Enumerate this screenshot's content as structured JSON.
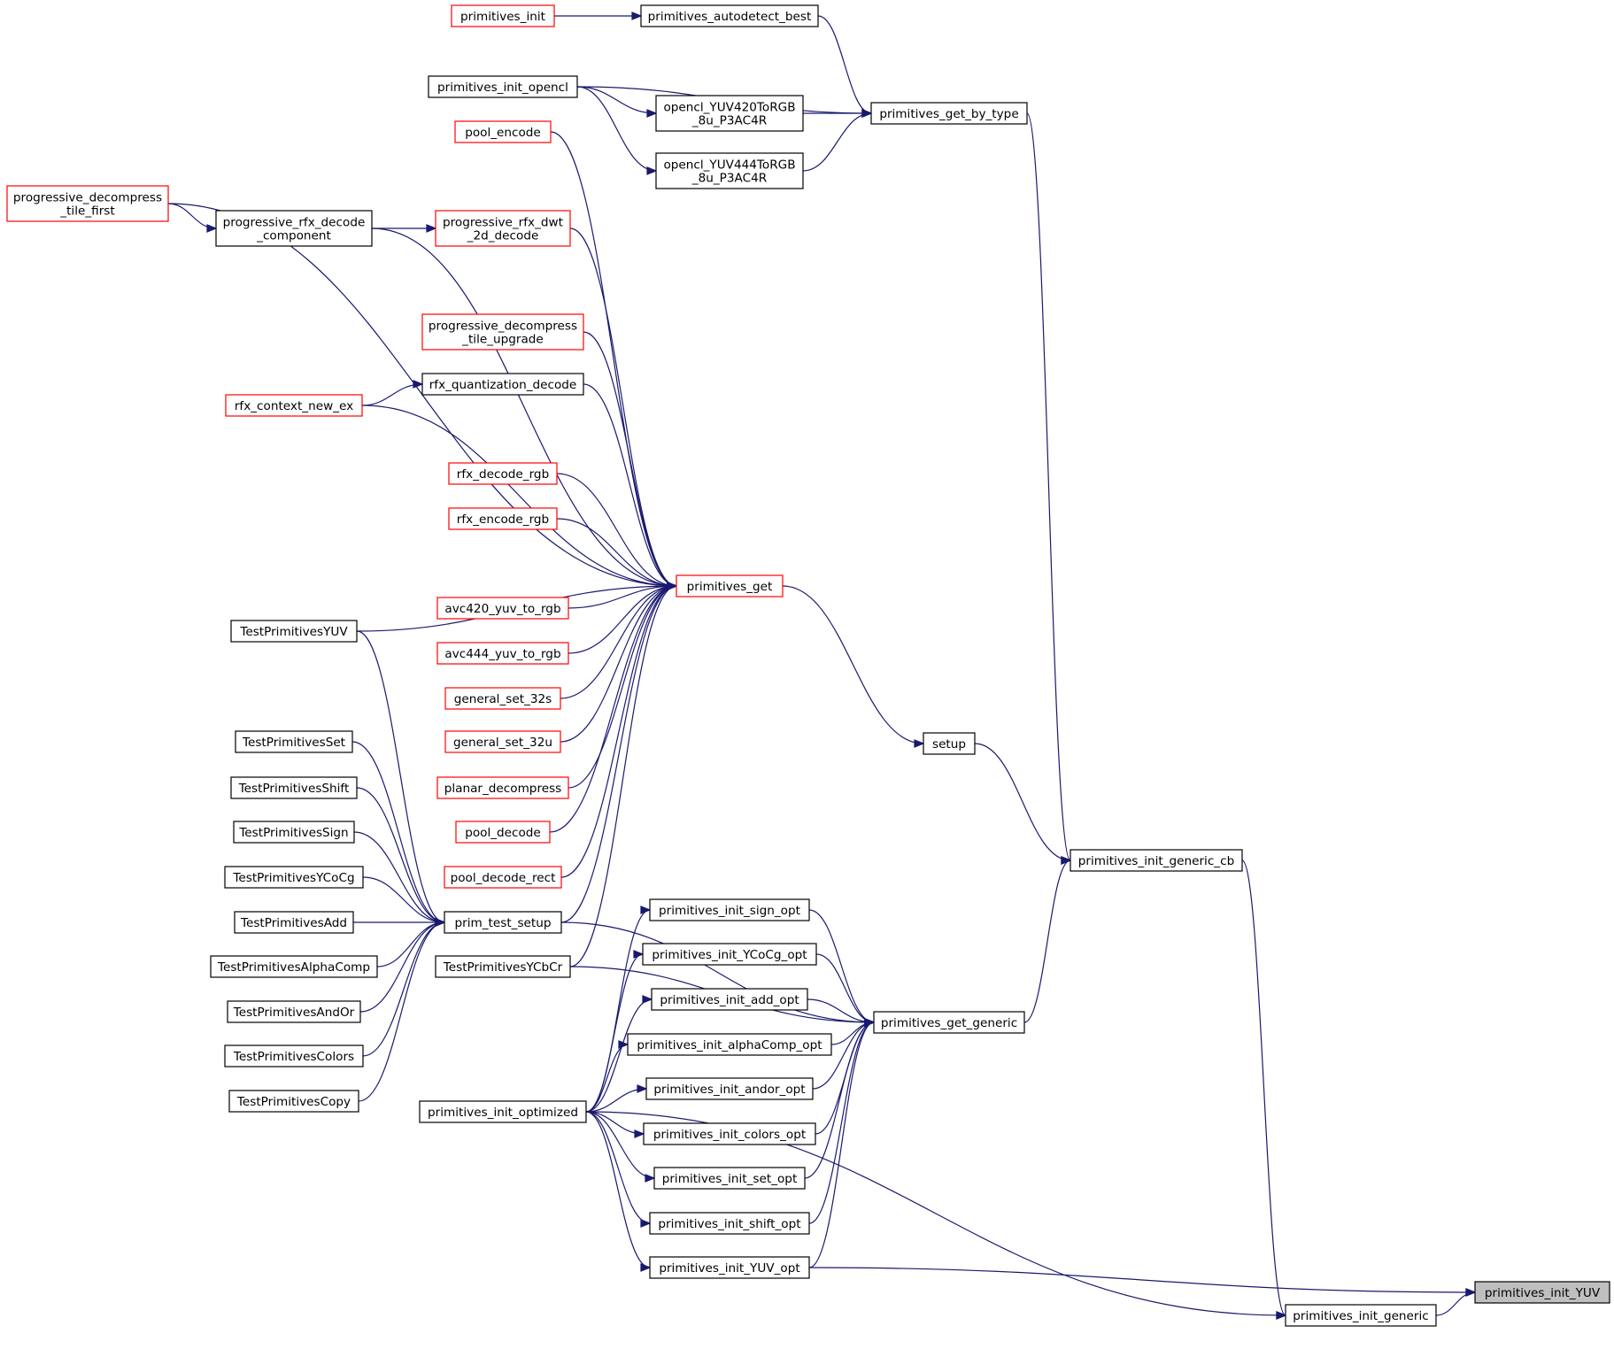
{
  "graph": {
    "title": "",
    "colors": {
      "edge": "#191970",
      "node_border": "#000000",
      "node_border_truncated": "#ff0000",
      "focus_fill": "#bfbfbf",
      "node_fill": "#ffffff"
    },
    "nodes": [
      {
        "id": "primitives_init_YUV",
        "lines": [
          "primitives_init_YUV"
        ],
        "style": "focus"
      },
      {
        "id": "primitives_init_generic",
        "lines": [
          "primitives_init_generic"
        ],
        "style": "normal"
      },
      {
        "id": "primitives_init_generic_cb",
        "lines": [
          "primitives_init_generic_cb"
        ],
        "style": "normal"
      },
      {
        "id": "primitives_get_by_type",
        "lines": [
          "primitives_get_by_type"
        ],
        "style": "normal"
      },
      {
        "id": "primitives_autodetect_best",
        "lines": [
          "primitives_autodetect_best"
        ],
        "style": "normal"
      },
      {
        "id": "primitives_init",
        "lines": [
          "primitives_init"
        ],
        "style": "truncated"
      },
      {
        "id": "primitives_init_opencl",
        "lines": [
          "primitives_init_opencl"
        ],
        "style": "normal"
      },
      {
        "id": "opencl_YUV420ToRGB_8u_P3AC4R",
        "lines": [
          "opencl_YUV420ToRGB",
          "_8u_P3AC4R"
        ],
        "style": "normal"
      },
      {
        "id": "opencl_YUV444ToRGB_8u_P3AC4R",
        "lines": [
          "opencl_YUV444ToRGB",
          "_8u_P3AC4R"
        ],
        "style": "normal"
      },
      {
        "id": "setup",
        "lines": [
          "setup"
        ],
        "style": "normal"
      },
      {
        "id": "primitives_get",
        "lines": [
          "primitives_get"
        ],
        "style": "truncated"
      },
      {
        "id": "pool_encode",
        "lines": [
          "pool_encode"
        ],
        "style": "truncated"
      },
      {
        "id": "progressive_decompress_tile_first",
        "lines": [
          "progressive_decompress",
          "_tile_first"
        ],
        "style": "truncated"
      },
      {
        "id": "progressive_rfx_decode_component",
        "lines": [
          "progressive_rfx_decode",
          "_component"
        ],
        "style": "normal"
      },
      {
        "id": "progressive_rfx_dwt_2d_decode",
        "lines": [
          "progressive_rfx_dwt",
          "_2d_decode"
        ],
        "style": "truncated"
      },
      {
        "id": "progressive_decompress_tile_upgrade",
        "lines": [
          "progressive_decompress",
          "_tile_upgrade"
        ],
        "style": "truncated"
      },
      {
        "id": "rfx_quantization_decode",
        "lines": [
          "rfx_quantization_decode"
        ],
        "style": "normal"
      },
      {
        "id": "rfx_context_new_ex",
        "lines": [
          "rfx_context_new_ex"
        ],
        "style": "truncated"
      },
      {
        "id": "rfx_decode_rgb",
        "lines": [
          "rfx_decode_rgb"
        ],
        "style": "truncated"
      },
      {
        "id": "rfx_encode_rgb",
        "lines": [
          "rfx_encode_rgb"
        ],
        "style": "truncated"
      },
      {
        "id": "TestPrimitivesYUV",
        "lines": [
          "TestPrimitivesYUV"
        ],
        "style": "normal"
      },
      {
        "id": "avc420_yuv_to_rgb",
        "lines": [
          "avc420_yuv_to_rgb"
        ],
        "style": "truncated"
      },
      {
        "id": "avc444_yuv_to_rgb",
        "lines": [
          "avc444_yuv_to_rgb"
        ],
        "style": "truncated"
      },
      {
        "id": "general_set_32s",
        "lines": [
          "general_set_32s"
        ],
        "style": "truncated"
      },
      {
        "id": "general_set_32u",
        "lines": [
          "general_set_32u"
        ],
        "style": "truncated"
      },
      {
        "id": "planar_decompress",
        "lines": [
          "planar_decompress"
        ],
        "style": "truncated"
      },
      {
        "id": "pool_decode",
        "lines": [
          "pool_decode"
        ],
        "style": "truncated"
      },
      {
        "id": "pool_decode_rect",
        "lines": [
          "pool_decode_rect"
        ],
        "style": "truncated"
      },
      {
        "id": "prim_test_setup",
        "lines": [
          "prim_test_setup"
        ],
        "style": "normal"
      },
      {
        "id": "TestPrimitivesYCbCr",
        "lines": [
          "TestPrimitivesYCbCr"
        ],
        "style": "normal"
      },
      {
        "id": "TestPrimitivesSet",
        "lines": [
          "TestPrimitivesSet"
        ],
        "style": "normal"
      },
      {
        "id": "TestPrimitivesShift",
        "lines": [
          "TestPrimitivesShift"
        ],
        "style": "normal"
      },
      {
        "id": "TestPrimitivesSign",
        "lines": [
          "TestPrimitivesSign"
        ],
        "style": "normal"
      },
      {
        "id": "TestPrimitivesYCoCg",
        "lines": [
          "TestPrimitivesYCoCg"
        ],
        "style": "normal"
      },
      {
        "id": "TestPrimitivesAdd",
        "lines": [
          "TestPrimitivesAdd"
        ],
        "style": "normal"
      },
      {
        "id": "TestPrimitivesAlphaComp",
        "lines": [
          "TestPrimitivesAlphaComp"
        ],
        "style": "normal"
      },
      {
        "id": "TestPrimitivesAndOr",
        "lines": [
          "TestPrimitivesAndOr"
        ],
        "style": "normal"
      },
      {
        "id": "TestPrimitivesColors",
        "lines": [
          "TestPrimitivesColors"
        ],
        "style": "normal"
      },
      {
        "id": "TestPrimitivesCopy",
        "lines": [
          "TestPrimitivesCopy"
        ],
        "style": "normal"
      },
      {
        "id": "primitives_get_generic",
        "lines": [
          "primitives_get_generic"
        ],
        "style": "normal"
      },
      {
        "id": "primitives_init_sign_opt",
        "lines": [
          "primitives_init_sign_opt"
        ],
        "style": "normal"
      },
      {
        "id": "primitives_init_YCoCg_opt",
        "lines": [
          "primitives_init_YCoCg_opt"
        ],
        "style": "normal"
      },
      {
        "id": "primitives_init_add_opt",
        "lines": [
          "primitives_init_add_opt"
        ],
        "style": "normal"
      },
      {
        "id": "primitives_init_alphaComp_opt",
        "lines": [
          "primitives_init_alphaComp_opt"
        ],
        "style": "normal"
      },
      {
        "id": "primitives_init_andor_opt",
        "lines": [
          "primitives_init_andor_opt"
        ],
        "style": "normal"
      },
      {
        "id": "primitives_init_colors_opt",
        "lines": [
          "primitives_init_colors_opt"
        ],
        "style": "normal"
      },
      {
        "id": "primitives_init_set_opt",
        "lines": [
          "primitives_init_set_opt"
        ],
        "style": "normal"
      },
      {
        "id": "primitives_init_shift_opt",
        "lines": [
          "primitives_init_shift_opt"
        ],
        "style": "normal"
      },
      {
        "id": "primitives_init_YUV_opt",
        "lines": [
          "primitives_init_YUV_opt"
        ],
        "style": "normal"
      },
      {
        "id": "primitives_init_optimized",
        "lines": [
          "primitives_init_optimized"
        ],
        "style": "normal"
      }
    ],
    "edges": [
      {
        "from": "primitives_init_generic",
        "to": "primitives_init_YUV"
      },
      {
        "from": "primitives_init_YUV_opt",
        "to": "primitives_init_YUV"
      },
      {
        "from": "primitives_init_generic_cb",
        "to": "primitives_init_generic"
      },
      {
        "from": "primitives_get_by_type",
        "to": "primitives_init_generic_cb"
      },
      {
        "from": "setup",
        "to": "primitives_init_generic_cb"
      },
      {
        "from": "primitives_get_generic",
        "to": "primitives_init_generic_cb"
      },
      {
        "from": "primitives_autodetect_best",
        "to": "primitives_get_by_type"
      },
      {
        "from": "primitives_init_opencl",
        "to": "primitives_get_by_type"
      },
      {
        "from": "opencl_YUV420ToRGB_8u_P3AC4R",
        "to": "primitives_get_by_type"
      },
      {
        "from": "opencl_YUV444ToRGB_8u_P3AC4R",
        "to": "primitives_get_by_type"
      },
      {
        "from": "primitives_init",
        "to": "primitives_autodetect_best"
      },
      {
        "from": "primitives_init_opencl",
        "to": "opencl_YUV420ToRGB_8u_P3AC4R"
      },
      {
        "from": "primitives_init_opencl",
        "to": "opencl_YUV444ToRGB_8u_P3AC4R"
      },
      {
        "from": "primitives_get",
        "to": "setup"
      },
      {
        "from": "pool_encode",
        "to": "primitives_get"
      },
      {
        "from": "progressive_decompress_tile_first",
        "to": "primitives_get"
      },
      {
        "from": "progressive_rfx_decode_component",
        "to": "primitives_get"
      },
      {
        "from": "progressive_rfx_dwt_2d_decode",
        "to": "primitives_get"
      },
      {
        "from": "progressive_decompress_tile_upgrade",
        "to": "primitives_get"
      },
      {
        "from": "rfx_quantization_decode",
        "to": "primitives_get"
      },
      {
        "from": "rfx_context_new_ex",
        "to": "primitives_get"
      },
      {
        "from": "rfx_decode_rgb",
        "to": "primitives_get"
      },
      {
        "from": "rfx_encode_rgb",
        "to": "primitives_get"
      },
      {
        "from": "TestPrimitivesYUV",
        "to": "primitives_get"
      },
      {
        "from": "avc420_yuv_to_rgb",
        "to": "primitives_get"
      },
      {
        "from": "avc444_yuv_to_rgb",
        "to": "primitives_get"
      },
      {
        "from": "general_set_32s",
        "to": "primitives_get"
      },
      {
        "from": "general_set_32u",
        "to": "primitives_get"
      },
      {
        "from": "planar_decompress",
        "to": "primitives_get"
      },
      {
        "from": "pool_decode",
        "to": "primitives_get"
      },
      {
        "from": "pool_decode_rect",
        "to": "primitives_get"
      },
      {
        "from": "prim_test_setup",
        "to": "primitives_get"
      },
      {
        "from": "TestPrimitivesYCbCr",
        "to": "primitives_get"
      },
      {
        "from": "progressive_decompress_tile_first",
        "to": "progressive_rfx_decode_component"
      },
      {
        "from": "progressive_rfx_decode_component",
        "to": "progressive_rfx_dwt_2d_decode"
      },
      {
        "from": "rfx_context_new_ex",
        "to": "rfx_quantization_decode"
      },
      {
        "from": "TestPrimitivesYUV",
        "to": "prim_test_setup"
      },
      {
        "from": "TestPrimitivesSet",
        "to": "prim_test_setup"
      },
      {
        "from": "TestPrimitivesShift",
        "to": "prim_test_setup"
      },
      {
        "from": "TestPrimitivesSign",
        "to": "prim_test_setup"
      },
      {
        "from": "TestPrimitivesYCoCg",
        "to": "prim_test_setup"
      },
      {
        "from": "TestPrimitivesAdd",
        "to": "prim_test_setup"
      },
      {
        "from": "TestPrimitivesAlphaComp",
        "to": "prim_test_setup"
      },
      {
        "from": "TestPrimitivesAndOr",
        "to": "prim_test_setup"
      },
      {
        "from": "TestPrimitivesColors",
        "to": "prim_test_setup"
      },
      {
        "from": "TestPrimitivesCopy",
        "to": "prim_test_setup"
      },
      {
        "from": "prim_test_setup",
        "to": "primitives_get_generic"
      },
      {
        "from": "TestPrimitivesYCbCr",
        "to": "primitives_get_generic"
      },
      {
        "from": "primitives_init_sign_opt",
        "to": "primitives_get_generic"
      },
      {
        "from": "primitives_init_YCoCg_opt",
        "to": "primitives_get_generic"
      },
      {
        "from": "primitives_init_add_opt",
        "to": "primitives_get_generic"
      },
      {
        "from": "primitives_init_alphaComp_opt",
        "to": "primitives_get_generic"
      },
      {
        "from": "primitives_init_andor_opt",
        "to": "primitives_get_generic"
      },
      {
        "from": "primitives_init_colors_opt",
        "to": "primitives_get_generic"
      },
      {
        "from": "primitives_init_set_opt",
        "to": "primitives_get_generic"
      },
      {
        "from": "primitives_init_shift_opt",
        "to": "primitives_get_generic"
      },
      {
        "from": "primitives_init_YUV_opt",
        "to": "primitives_get_generic"
      },
      {
        "from": "primitives_init_optimized",
        "to": "primitives_init_sign_opt"
      },
      {
        "from": "primitives_init_optimized",
        "to": "primitives_init_YCoCg_opt"
      },
      {
        "from": "primitives_init_optimized",
        "to": "primitives_init_add_opt"
      },
      {
        "from": "primitives_init_optimized",
        "to": "primitives_init_alphaComp_opt"
      },
      {
        "from": "primitives_init_optimized",
        "to": "primitives_init_andor_opt"
      },
      {
        "from": "primitives_init_optimized",
        "to": "primitives_init_colors_opt"
      },
      {
        "from": "primitives_init_optimized",
        "to": "primitives_init_set_opt"
      },
      {
        "from": "primitives_init_optimized",
        "to": "primitives_init_shift_opt"
      },
      {
        "from": "primitives_init_optimized",
        "to": "primitives_init_YUV_opt"
      },
      {
        "from": "primitives_init_optimized",
        "to": "primitives_init_generic"
      }
    ]
  }
}
